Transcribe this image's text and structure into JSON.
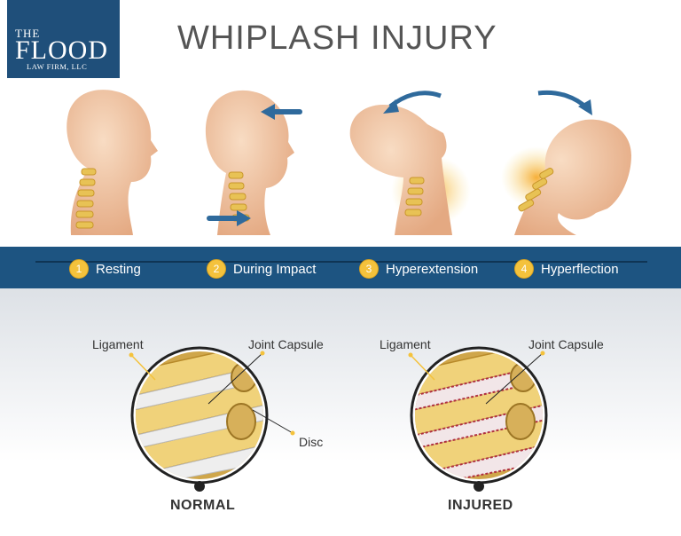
{
  "logo": {
    "line1": "THE",
    "line2": "FLOOD",
    "line3": "LAW FIRM, LLC"
  },
  "title": "WHIPLASH INJURY",
  "steps": [
    {
      "num": "1",
      "label": "Resting"
    },
    {
      "num": "2",
      "label": "During Impact"
    },
    {
      "num": "3",
      "label": "Hyperextension"
    },
    {
      "num": "4",
      "label": "Hyperflection"
    }
  ],
  "normal": {
    "callout_ligament": "Ligament",
    "callout_capsule": "Joint Capsule",
    "callout_disc": "Disc",
    "caption": "NORMAL"
  },
  "injured": {
    "callout_ligament": "Ligament",
    "callout_capsule": "Joint Capsule",
    "caption": "INJURED"
  },
  "colors": {
    "brand_blue": "#1d5481",
    "step_yellow": "#f4c23c",
    "arrow_blue": "#2f6a9c",
    "bone": "#e8c255",
    "skin": "#f1c9a8"
  }
}
